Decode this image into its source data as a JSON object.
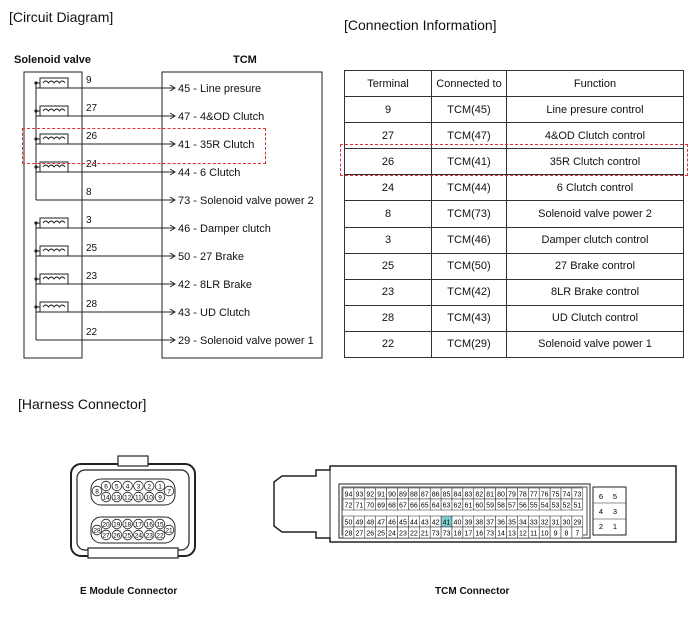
{
  "titles": {
    "circuit": "[Circuit Diagram]",
    "connection": "[Connection Information]",
    "harness": "[Harness Connector]"
  },
  "circuit": {
    "left_label": "Solenoid valve",
    "right_label": "TCM",
    "rows": [
      {
        "pin": "9",
        "tcm": "45 - Line presure",
        "coil": true
      },
      {
        "pin": "27",
        "tcm": "47 - 4&OD Clutch",
        "coil": true
      },
      {
        "pin": "26",
        "tcm": "41 - 35R Clutch",
        "coil": true
      },
      {
        "pin": "24",
        "tcm": "44 - 6 Clutch",
        "coil": true
      },
      {
        "pin": "8",
        "tcm": "73 - Solenoid valve power 2",
        "coil": false
      },
      {
        "pin": "3",
        "tcm": "46 - Damper clutch",
        "coil": true
      },
      {
        "pin": "25",
        "tcm": "50 - 27 Brake",
        "coil": true
      },
      {
        "pin": "23",
        "tcm": "42 - 8LR Brake",
        "coil": true
      },
      {
        "pin": "28",
        "tcm": "43 - UD Clutch",
        "coil": true
      },
      {
        "pin": "22",
        "tcm": "29 - Solenoid valve power 1",
        "coil": false
      }
    ]
  },
  "connection_table": {
    "headers": [
      "Terminal",
      "Connected to",
      "Function"
    ],
    "rows": [
      [
        "9",
        "TCM(45)",
        "Line presure control"
      ],
      [
        "27",
        "TCM(47)",
        "4&OD Clutch control"
      ],
      [
        "26",
        "TCM(41)",
        "35R Clutch control"
      ],
      [
        "24",
        "TCM(44)",
        "6 Clutch control"
      ],
      [
        "8",
        "TCM(73)",
        "Solenoid valve power 2"
      ],
      [
        "3",
        "TCM(46)",
        "Damper clutch control"
      ],
      [
        "25",
        "TCM(50)",
        "27 Brake control"
      ],
      [
        "23",
        "TCM(42)",
        "8LR Brake control"
      ],
      [
        "28",
        "TCM(43)",
        "UD Clutch control"
      ],
      [
        "22",
        "TCM(29)",
        "Solenoid valve power 1"
      ]
    ]
  },
  "e_module_connector": {
    "caption": "E Module Connector",
    "row1": [
      "6",
      "5",
      "4",
      "3",
      "2",
      "1"
    ],
    "row2": [
      "14",
      "13",
      "12",
      "11",
      "10",
      "9"
    ],
    "row3": [
      "20",
      "19",
      "18",
      "17",
      "16",
      "15"
    ],
    "row4": [
      "27",
      "26",
      "25",
      "24",
      "23",
      "22"
    ],
    "side_left_top": "8",
    "side_right_top": "7",
    "side_left_bottom": "28",
    "side_right_bottom": "21"
  },
  "tcm_connector": {
    "caption": "TCM Connector",
    "row1": [
      "94",
      "93",
      "92",
      "91",
      "90",
      "89",
      "88",
      "87",
      "86",
      "85",
      "84",
      "83",
      "82",
      "81",
      "80",
      "79",
      "78",
      "77",
      "76",
      "75",
      "74",
      "73"
    ],
    "row2": [
      "72",
      "71",
      "70",
      "69",
      "68",
      "67",
      "66",
      "65",
      "64",
      "63",
      "62",
      "61",
      "60",
      "59",
      "58",
      "57",
      "56",
      "55",
      "54",
      "53",
      "52",
      "51"
    ],
    "row3": [
      "50",
      "49",
      "48",
      "47",
      "46",
      "45",
      "44",
      "43",
      "42",
      "41",
      "40",
      "39",
      "38",
      "37",
      "36",
      "35",
      "34",
      "33",
      "32",
      "31",
      "30",
      "29"
    ],
    "row4": [
      "28",
      "27",
      "26",
      "25",
      "24",
      "23",
      "22",
      "21",
      "73",
      "73",
      "18",
      "17",
      "16",
      "73",
      "14",
      "13",
      "12",
      "11",
      "10",
      "9",
      "8",
      "7"
    ],
    "highlight": "41",
    "side": [
      [
        "6",
        "5"
      ],
      [
        "4",
        "3"
      ],
      [
        "2",
        "1"
      ]
    ],
    "highlight_color": "#7ecfd4"
  },
  "colors": {
    "highlight_dash": "#dd3333"
  }
}
